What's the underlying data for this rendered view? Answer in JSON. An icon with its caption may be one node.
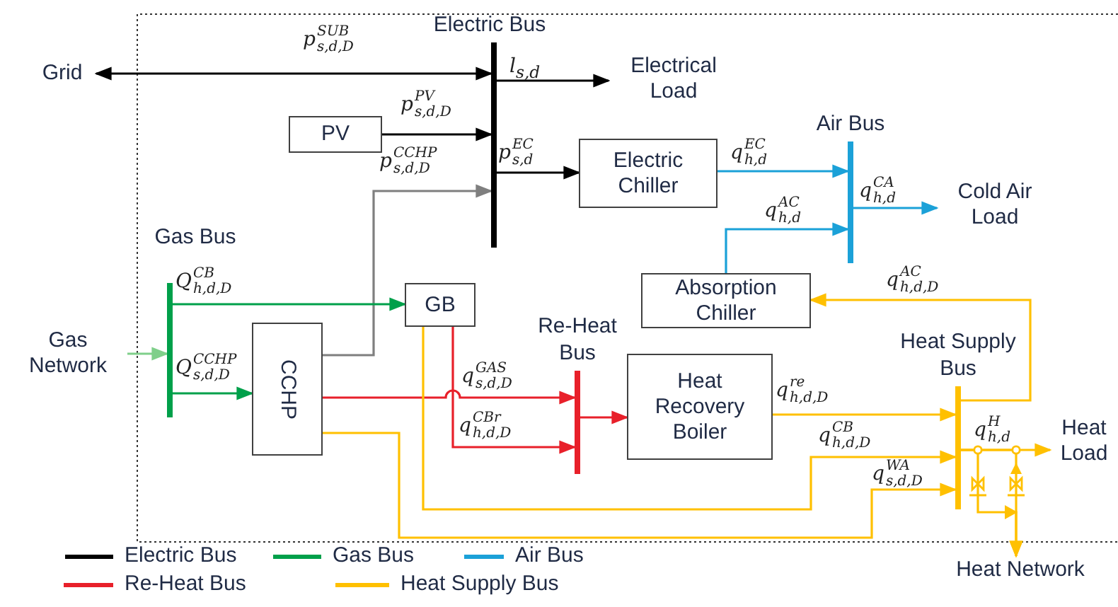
{
  "diagram": {
    "nodes": [
      {
        "text": [
          "Grid"
        ]
      },
      {
        "text": [
          "Electric Bus"
        ]
      },
      {
        "text": [
          "Electrical Load"
        ]
      },
      {
        "text": [
          "PV"
        ]
      },
      {
        "text": [
          "Electric Chiller"
        ]
      },
      {
        "text": [
          "Air Bus"
        ]
      },
      {
        "text": [
          "Cold Air Load"
        ]
      },
      {
        "text": [
          "Gas Bus"
        ]
      },
      {
        "text": [
          "Gas Network"
        ]
      },
      {
        "text": [
          "GB"
        ]
      },
      {
        "text": [
          "CCHP"
        ]
      },
      {
        "text": [
          "Absorption Chiller"
        ]
      },
      {
        "text": [
          "Re-Heat Bus"
        ]
      },
      {
        "text": [
          "Heat Recovery Boiler"
        ]
      },
      {
        "text": [
          "Heat Supply Bus"
        ]
      },
      {
        "text": [
          "Heat Load"
        ]
      },
      {
        "text": [
          "Heat Network"
        ]
      }
    ],
    "edges": [
      {
        "from": 0,
        "to": 1,
        "arrow": "both",
        "label": "p$^{SUB}$$_{s,d,D}$",
        "color": "#000000"
      },
      {
        "from": 1,
        "to": 2,
        "arrow": "to",
        "label": "l$_{s,d}$",
        "color": "#000000"
      },
      {
        "from": 3,
        "to": 1,
        "arrow": "to",
        "label": "p$^{PV}$$_{s,d,D}$",
        "color": "#000000"
      },
      {
        "from": 10,
        "to": 1,
        "arrow": "to",
        "label": "p$^{CCHP}$$_{s,d,D}$",
        "color": "#7f7f7f"
      },
      {
        "from": 1,
        "to": 4,
        "arrow": "to",
        "label": "p$^{EC}$$_{s,d}$",
        "color": "#000000"
      },
      {
        "from": 4,
        "to": 5,
        "arrow": "to",
        "label": "q$^{EC}$$_{h,d}$",
        "color": "#1ba1d8"
      },
      {
        "from": 11,
        "to": 5,
        "arrow": "to",
        "label": "q$^{AC}$$_{h,d}$",
        "color": "#1ba1d8"
      },
      {
        "from": 5,
        "to": 6,
        "arrow": "to",
        "label": "q$^{CA}$$_{h,d}$",
        "color": "#1ba1d8"
      },
      {
        "from": 8,
        "to": 7,
        "arrow": "to",
        "color": "#7fcf8a"
      },
      {
        "from": 7,
        "to": 9,
        "arrow": "to",
        "label": "Q$^{CB}$$_{h,d,D}$",
        "color": "#00a04a"
      },
      {
        "from": 7,
        "to": 10,
        "arrow": "to",
        "label": "Q$^{CCHP}$$_{s,d,D}$",
        "color": "#00a04a"
      },
      {
        "from": 10,
        "to": 12,
        "arrow": "to",
        "label": "q$^{GAS}$$_{s,d,D}$",
        "color": "#e8202a"
      },
      {
        "from": 9,
        "to": 12,
        "arrow": "to",
        "label": "q$^{CBr}$$_{h,d,D}$",
        "color": "#e8202a"
      },
      {
        "from": 12,
        "to": 13,
        "arrow": "to",
        "color": "#e8202a"
      },
      {
        "from": 13,
        "to": 14,
        "arrow": "to",
        "label": "q$^{re}$$_{h,d,D}$",
        "color": "#ffc000"
      },
      {
        "from": 9,
        "to": 14,
        "arrow": "to",
        "label": "q$^{CB}$$_{h,d,D}$",
        "color": "#ffc000"
      },
      {
        "from": 10,
        "to": 14,
        "arrow": "to",
        "label": "q$^{WA}$$_{s,d,D}$",
        "color": "#ffc000"
      },
      {
        "from": 14,
        "to": 11,
        "arrow": "to",
        "label": "q$^{AC}$$_{h,d,D}$",
        "color": "#ffc000"
      },
      {
        "from": 14,
        "to": 15,
        "arrow": "to",
        "label": "q$^{H}$$_{h,d}$",
        "color": "#ffc000"
      },
      {
        "from": 14,
        "to": 16,
        "arrow": "to",
        "color": "#ffc000"
      },
      {
        "from": 14,
        "to": 16,
        "arrow": "to",
        "color": "#ffc000"
      }
    ],
    "legend": [
      {
        "text": "Electric Bus",
        "color": "#000000"
      },
      {
        "text": "Gas Bus",
        "color": "#00a04a"
      },
      {
        "text": "Air Bus",
        "color": "#1ba1d8"
      },
      {
        "text": "Re-Heat Bus",
        "color": "#e8202a"
      },
      {
        "text": "Heat Supply Bus",
        "color": "#ffc000"
      }
    ]
  }
}
